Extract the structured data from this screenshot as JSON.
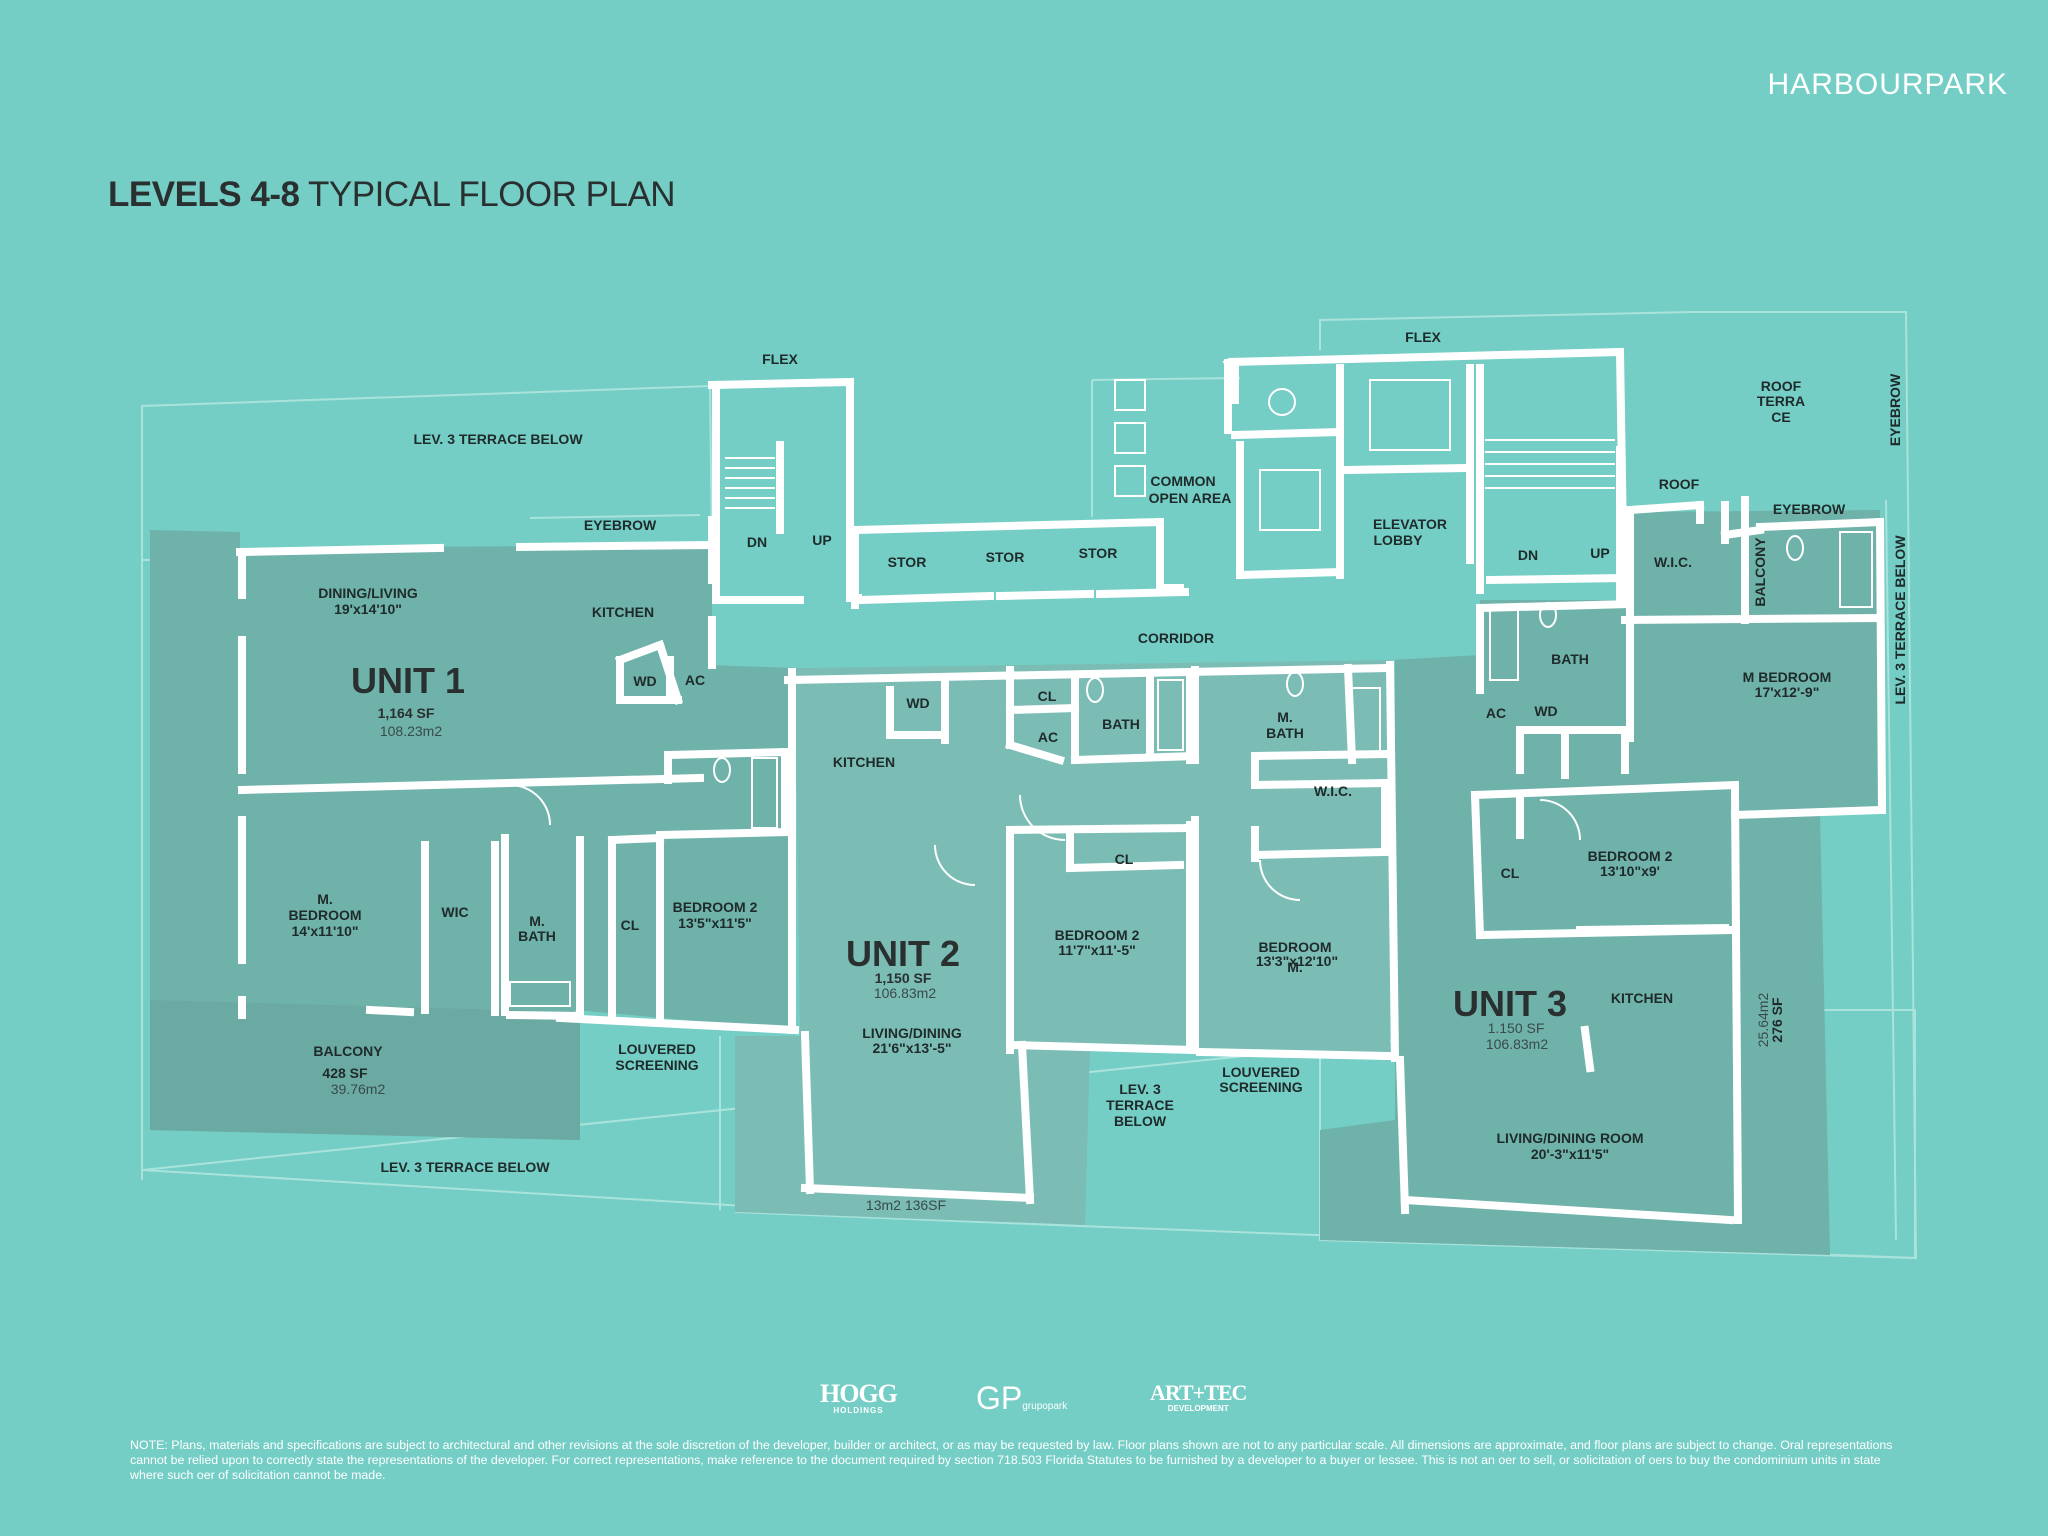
{
  "brand": "HARBOURPARK",
  "title": {
    "bold": "LEVELS 4-8",
    "light": "TYPICAL FLOOR PLAN"
  },
  "units": {
    "unit1": {
      "name": "UNIT 1",
      "sf": "1,164 SF",
      "m2": "108.23m2"
    },
    "unit2": {
      "name": "UNIT 2",
      "sf": "1,150 SF",
      "m2": "106.83m2"
    },
    "unit3": {
      "name": "UNIT 3",
      "sf": "1.150 SF",
      "m2": "106.83m2"
    }
  },
  "rooms": {
    "flex_left": "FLEX",
    "flex_right": "FLEX",
    "lev3_terrace_top": "LEV. 3 TERRACE BELOW",
    "eyebrow_left": "EYEBROW",
    "dn_left": "DN",
    "up_left": "UP",
    "stor1": "STOR",
    "stor2": "STOR",
    "stor3": "STOR",
    "common_open_1": "COMMON",
    "common_open_2": "OPEN AREA",
    "elevator_lobby_1": "ELEVATOR",
    "elevator_lobby_2": "LOBBY",
    "dn_right": "DN",
    "up_right": "UP",
    "roof_terrace_1": "ROOF",
    "roof_terrace_2": "TERRA",
    "roof_terrace_3": "CE",
    "eyebrow_right_vert": "EYEBROW",
    "roof": "ROOF",
    "eyebrow_right": "EYEBROW",
    "wic_u3": "W.I.C.",
    "balcony_u3": "BALCONY",
    "lev3_terrace_right": "LEV. 3 TERRACE BELOW",
    "corridor": "CORRIDOR",
    "dining_living_u1": "DINING/LIVING",
    "dining_living_u1_dim": "19'x14'10\"",
    "kitchen_u1": "KITCHEN",
    "wd_u1": "WD",
    "ac_u1": "AC",
    "m_bedroom_u1_1": "M.",
    "m_bedroom_u1_2": "BEDROOM",
    "m_bedroom_u1_dim": "14'x11'10\"",
    "wic_u1": "WIC",
    "m_bath_u1_1": "M.",
    "m_bath_u1_2": "BATH",
    "cl_u1": "CL",
    "bedroom2_u1": "BEDROOM 2",
    "bedroom2_u1_dim": "13'5\"x11'5\"",
    "balcony_u1": "BALCONY",
    "balcony_u1_sf": "428 SF",
    "balcony_u1_m2": "39.76m2",
    "louvered_left_1": "LOUVERED",
    "louvered_left_2": "SCREENING",
    "lev3_terrace_bottom": "LEV. 3 TERRACE BELOW",
    "wd_u2": "WD",
    "kitchen_u2": "KITCHEN",
    "cl_u2_top": "CL",
    "ac_u2": "AC",
    "bath_u2": "BATH",
    "m_bath_u2_1": "M.",
    "m_bath_u2_2": "BATH",
    "wic_u2": "W.I.C.",
    "cl_u2": "CL",
    "bedroom2_u2": "BEDROOM 2",
    "bedroom2_u2_dim": "11'7\"x11'-5\"",
    "m_bedroom_u2_1": "M.",
    "m_bedroom_u2_2": "BEDROOM",
    "m_bedroom_u2_dim": "13'3\"x12'10\"",
    "living_u2": "LIVING/DINING",
    "living_u2_dim": "21'6\"x13'-5\"",
    "lev3_terrace_mid_1": "LEV. 3",
    "lev3_terrace_mid_2": "TERRACE",
    "lev3_terrace_mid_3": "BELOW",
    "louvered_mid_1": "LOUVERED",
    "louvered_mid_2": "SCREENING",
    "u2_terrace_area": "13m2   136SF",
    "bath_u3": "BATH",
    "ac_u3": "AC",
    "wd_u3": "WD",
    "m_bedroom_u3": "M BEDROOM",
    "m_bedroom_u3_dim": "17'x12'-9\"",
    "cl_u3": "CL",
    "bedroom2_u3": "BEDROOM 2",
    "bedroom2_u3_dim": "13'10\"x9'",
    "kitchen_u3": "KITCHEN",
    "living_u3": "LIVING/DINING ROOM",
    "living_u3_dim": "20'-3\"x11'5\"",
    "balcony_u3_m2": "25.64m2",
    "balcony_u3_sf": "276 SF"
  },
  "logos": {
    "hogg_1": "HOGG",
    "hogg_2": "HOLDINGS",
    "gp": "GP",
    "gp_sub": "grupopark",
    "arttec_1": "ART+TEC",
    "arttec_2": "DEVELOPMENT"
  },
  "note": "NOTE: Plans, materials and specifications are subject to architectural and other revisions at the sole discretion of the developer, builder or architect, or as may be requested by law. Floor plans shown are not to any particular scale. All dimensions are approximate, and floor plans are subject to change. Oral representations cannot be relied upon to correctly state the representations of the developer.  For correct representations, make reference to the document required by section 718.503 Florida Statutes to be furnished by a developer to a buyer or lessee. This is not an oer to sell, or solicitation of oers to buy the condominium units in state where such oer of solicitation cannot be made.",
  "colors": {
    "background": "#74cec5",
    "unit_fill": "#6fb2aa",
    "unit_fill_light": "#7dc0b8",
    "wall": "#ffffff",
    "text": "#1f2a2a"
  }
}
